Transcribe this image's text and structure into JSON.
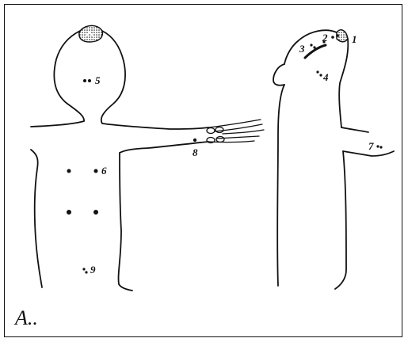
{
  "panel_label": "A..",
  "points": [
    {
      "number": "1"
    },
    {
      "number": "2"
    },
    {
      "number": "3"
    },
    {
      "number": "4"
    },
    {
      "number": "5"
    },
    {
      "number": "6"
    },
    {
      "number": "7"
    },
    {
      "number": "8"
    },
    {
      "number": "9"
    }
  ],
  "ink_color": "#111111"
}
